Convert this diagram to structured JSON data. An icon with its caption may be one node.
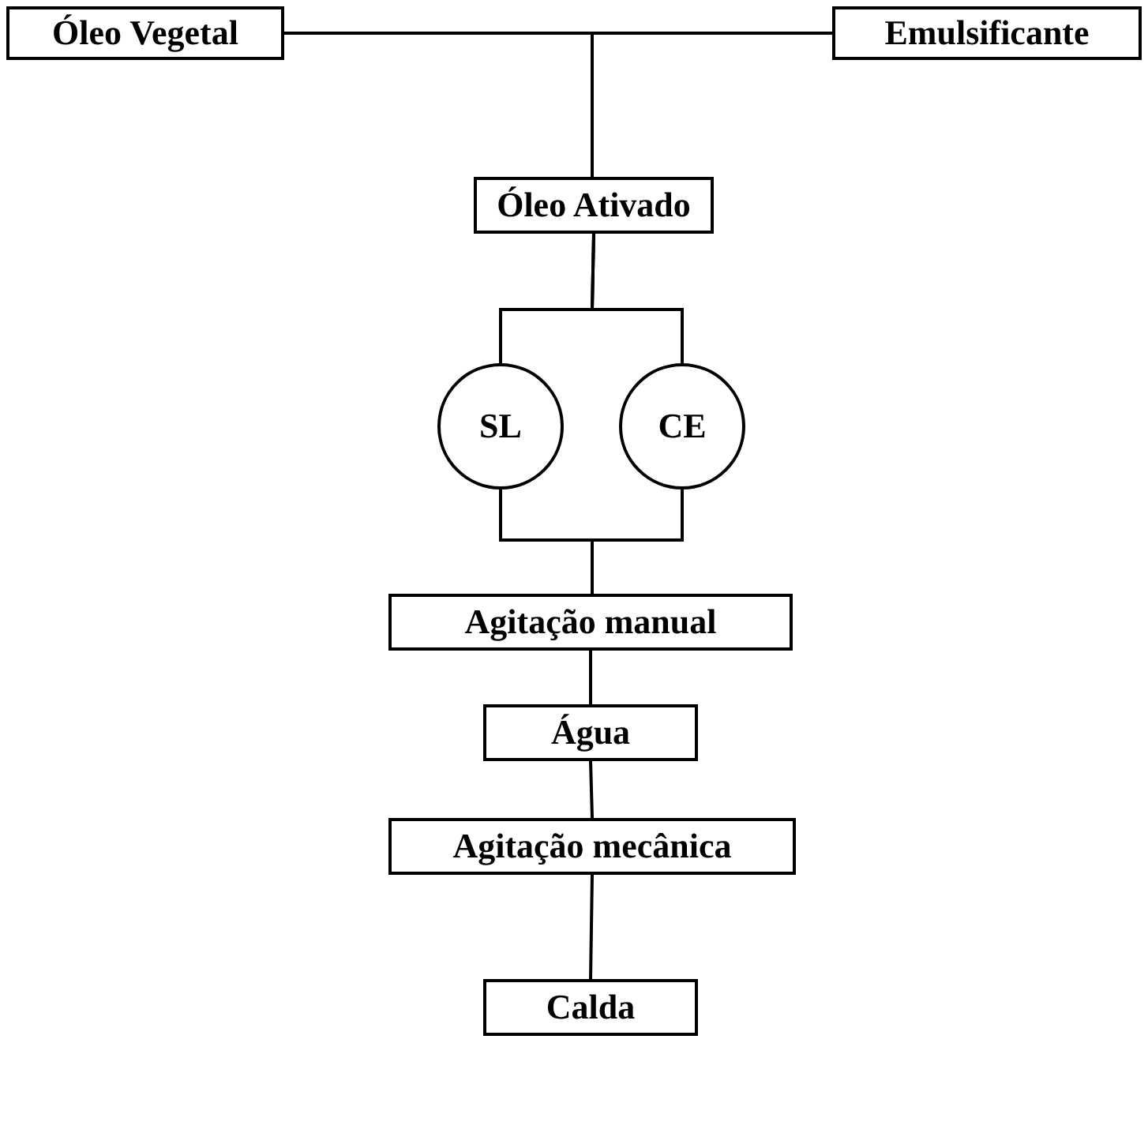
{
  "diagram": {
    "nodes": [
      {
        "text": [
          "Óleo Vegetal"
        ]
      },
      {
        "text": [
          "Emulsificante"
        ]
      },
      {
        "text": [
          "Óleo Ativado"
        ]
      },
      {
        "text": [
          "SL"
        ]
      },
      {
        "text": [
          "CE"
        ]
      },
      {
        "text": [
          "Agitação manual"
        ]
      },
      {
        "text": [
          "Água"
        ]
      },
      {
        "text": [
          "Agitação mecânica"
        ]
      },
      {
        "text": [
          "Calda"
        ]
      }
    ],
    "edges": [
      {
        "from": 0,
        "to": 2,
        "arrow": "none"
      },
      {
        "from": 1,
        "to": 2,
        "arrow": "none"
      },
      {
        "from": 2,
        "to": 3,
        "arrow": "none"
      },
      {
        "from": 2,
        "to": 4,
        "arrow": "none"
      },
      {
        "from": 3,
        "to": 5,
        "arrow": "none"
      },
      {
        "from": 4,
        "to": 5,
        "arrow": "none"
      },
      {
        "from": 5,
        "to": 6,
        "arrow": "none"
      },
      {
        "from": 6,
        "to": 7,
        "arrow": "none"
      },
      {
        "from": 7,
        "to": 8,
        "arrow": "none"
      }
    ]
  }
}
